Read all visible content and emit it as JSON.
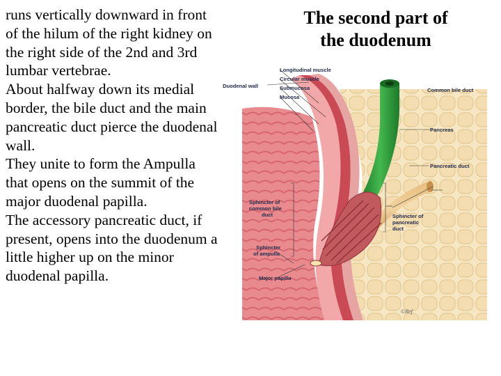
{
  "text": {
    "paragraph1": "runs vertically downward in front of the hilum of the right kidney on the right side of the 2nd and 3rd lumbar vertebrae.",
    "paragraph2": "About halfway down its medial border, the bile duct and the main pancreatic duct pierce the duodenal wall.",
    "paragraph3": "They unite to form the Ampulla that opens on the summit of the major duodenal papilla.",
    "paragraph4": "The accessory pancreatic duct, if present, opens into the duodenum a little higher up on the minor duodenal papilla."
  },
  "title": {
    "line1": "The second part of",
    "line2": "the duodenum"
  },
  "figure": {
    "labels": {
      "duodenal_wall": "Duodenal wall",
      "longitudinal_muscle": "Longitudinal muscle",
      "circular_muscle": "Circular muscle",
      "submucosa": "Submucosa",
      "mucosa": "Mucosa",
      "common_bile_duct": "Common bile duct",
      "pancreas": "Pancreas",
      "pancreatic_duct": "Pancreatic duct",
      "sphincter_bile_1": "Sphincter of",
      "sphincter_bile_2": "common bile",
      "sphincter_bile_3": "duct",
      "sphincter_panc_1": "Sphincter of",
      "sphincter_panc_2": "pancreatic",
      "sphincter_panc_3": "duct",
      "sphincter_amp_1": "Sphincter",
      "sphincter_amp_2": "of ampulla",
      "major_papilla": "Major papilla"
    },
    "colors": {
      "wall_outer": "#c94a55",
      "wall_inner": "#f2a8a8",
      "lumen": "#f6c3c0",
      "bile_duct": "#2e9a3a",
      "pancreas": "#f4ddb0",
      "pancreatic_duct": "#d9a860"
    },
    "signature": "©Ref"
  }
}
